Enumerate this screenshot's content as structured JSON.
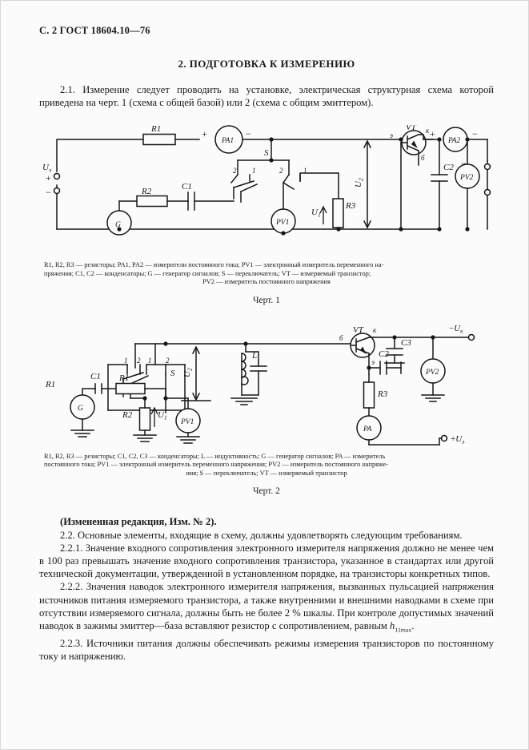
{
  "page": {
    "header": "С. 2 ГОСТ 18604.10—76",
    "section_title": "2.  ПОДГОТОВКА К ИЗМЕРЕНИЮ"
  },
  "paragraphs": {
    "p21": "2.1.  Измерение следует проводить на установке, электрическая структурная схема которой приведена на черт. 1 (схема с общей базой) или 2 (схема с общим эмиттером).",
    "rev_note": "(Измененная редакция, Изм. № 2).",
    "p22": "2.2.  Основные элементы, входящие в схему, должны удовлетворять следующим требованиям.",
    "p221": "2.2.1. Значение входного сопротивления электронного измерителя напряжения должно не менее чем в 100 раз превышать значение входного сопротивления транзистора, указанное в стандартах или другой технической документации, утвержденной в установленном порядке, на транзисторы конкретных типов.",
    "p222_a": "2.2.2. Значения наводок электронного измерителя напряжения, вызванных пульсацией напряжения источников питания измеряемого транзистора, а также внутренними и внешними наводками в схеме при отсутствии измеряемого сигнала, должны быть не более 2 % шкалы. При контроле допустимых значений наводок в зажимы эмиттер—база вставляют резистор с сопротивлением, равным ",
    "p222_h": "h",
    "p222_sub": "11max",
    "p222_dot": ".",
    "p223": "2.2.3. Источники питания должны обеспечивать режимы измерения транзисторов по постоянному току и напряжению."
  },
  "figure1": {
    "number": "Черт. 1",
    "caption_line1": "R1, R2, R3  —  резисторы; PA1, PA2 —   измерители постоянного тока; PV1  —   электронный измеритель переменного на-",
    "caption_line2": "пряжения;   C1,  C2 —  конденсаторы;   G  —  генератор сигналов;   S  —  переключатель;   VT  —  измеряемый транзистор;",
    "caption_line3": "PV2  —  измеритель постоянного напряжения",
    "labels": {
      "r1": "R1",
      "r2": "R2",
      "r3": "R3",
      "c1": "C1",
      "c2": "C2",
      "pa1": "PA1",
      "pa2": "PA2",
      "pv1": "PV1",
      "pv2": "PV2",
      "g": "G",
      "s": "S",
      "vt": "VT",
      "u_e": "U",
      "u_e_sub": "э",
      "u_k": "U",
      "u_k_sub": "к",
      "u1": "U",
      "u1_sub": "1",
      "u2": "U",
      "u2_sub": "2",
      "term_e": "э",
      "term_b": "б",
      "term_k": "к",
      "sw_1a": "1",
      "sw_2a": "2",
      "sw_1b": "1",
      "sw_2b": "2",
      "plus": "+",
      "minus": "−"
    }
  },
  "figure2": {
    "number": "Черт. 2",
    "caption_line1": "R1, R2, R3 —  резисторы; C1, C2, C3  —  конденсаторы;  L  —  индуктивность; G  —  генератор сигналов; PA  —  измеритель",
    "caption_line2": "постоянного тока; PV1  —  электронный измеритель переменного напряжения; PV2  —  измеритель постоянного напряже-",
    "caption_line3": "ния;  S —  переключатель; VT  —  измеряемый транзистор",
    "labels": {
      "r1": "R1",
      "r2": "R2",
      "r3": "R3",
      "c1": "C1",
      "c2": "C2",
      "c3": "C3",
      "l": "L",
      "g": "G",
      "s": "S",
      "vt": "VT",
      "pa": "PA",
      "pv1": "PV1",
      "pv2": "PV2",
      "u_k": "U",
      "u_k_sub": "к",
      "u_k_sign": "−",
      "u_e": "U",
      "u_e_sub": "э",
      "u_e_sign": "+",
      "u1": "U",
      "u1_sub": "1",
      "u2": "U",
      "u2_sub": "2",
      "term_b": "б",
      "term_e": "э",
      "term_k": "к",
      "sw_1a": "1",
      "sw_2a": "2",
      "sw_1b": "1",
      "sw_2b": "2"
    }
  },
  "colors": {
    "ink": "#1a1a1a",
    "paper": "#fbfbfb",
    "border": "#d8d8d8"
  }
}
